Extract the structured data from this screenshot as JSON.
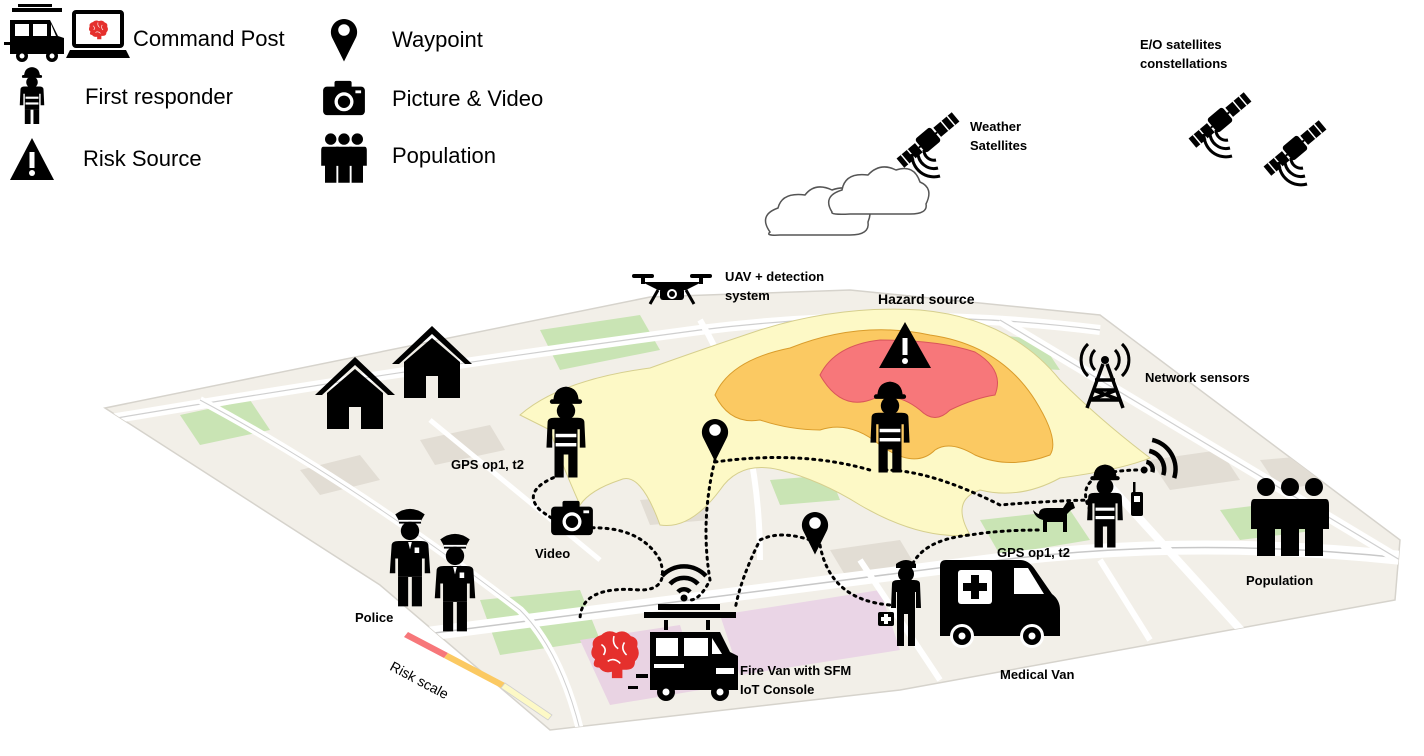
{
  "legend": {
    "command_post": "Command Post",
    "first_responder": "First responder",
    "risk_source": "Risk Source",
    "waypoint": "Waypoint",
    "picture_video": "Picture & Video",
    "population": "Population"
  },
  "labels": {
    "weather_satellites": [
      "Weather",
      "Satellites"
    ],
    "eo_satellites": [
      "E/O satellites",
      "constellations"
    ],
    "uav": [
      "UAV + detection",
      "system"
    ],
    "hazard_source": "Hazard source",
    "network_sensors": "Network sensors",
    "gps_left": "GPS op1, t2",
    "gps_right": "GPS op1, t2",
    "video": "Video",
    "police": "Police",
    "fire_van": [
      "Fire Van with SFM",
      "IoT Console"
    ],
    "medical_van": "Medical Van",
    "population_map": "Population",
    "risk_scale": "Risk scale"
  },
  "colors": {
    "hazard_outer": "#fdf9c6",
    "hazard_mid": "#fbc962",
    "hazard_inner": "#f7777a",
    "brain": "#e5302d",
    "map_base": "#f2efe8",
    "map_green": "#c9e4b4",
    "map_road": "#c8c8c8",
    "risk_scale": [
      "#f7777a",
      "#fbc962",
      "#fdf9c6"
    ]
  },
  "icons": [
    "fire-van-icon",
    "laptop-brain-icon",
    "first-responder-icon",
    "warning-triangle-icon",
    "map-pin-icon",
    "camera-icon",
    "population-icon",
    "satellite-icon",
    "cloud-icon",
    "drone-icon",
    "house-icon",
    "radio-tower-icon",
    "wifi-icon",
    "police-icon",
    "medical-van-icon",
    "paramedic-icon",
    "dog-icon",
    "radio-icon",
    "brain-icon"
  ]
}
